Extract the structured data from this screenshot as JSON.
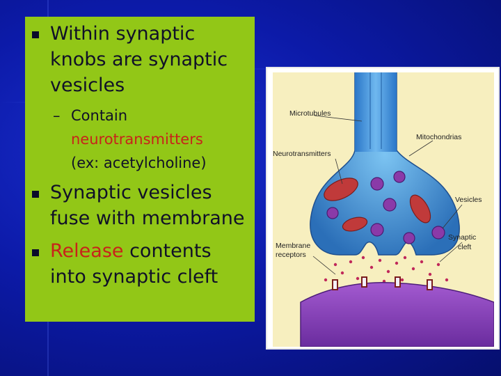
{
  "slide": {
    "bullets": [
      {
        "lines": [
          "Within synaptic",
          "knobs are synaptic",
          "vesicles"
        ]
      },
      {
        "lines": [
          "Synaptic vesicles",
          "fuse with membrane"
        ]
      }
    ],
    "sub_bullet": {
      "dash": "–",
      "lines": [
        "Contain",
        "neurotransmitters",
        "(ex:  acetylcholine)"
      ]
    },
    "bullet3": {
      "highlight": "Release",
      "rest": " contents",
      "line2": "into synaptic cleft"
    }
  },
  "figure": {
    "labels": {
      "microtubules": "Microtubules",
      "mitochondrias": "Mitochondrias",
      "neurotransmitters": "Neurotransmitters",
      "vesicles": "Vesicles",
      "synaptic_cleft_1": "Synaptic",
      "synaptic_cleft_2": "cleft",
      "membrane_receptors_1": "Membrane",
      "membrane_receptors_2": "receptors"
    }
  },
  "colors": {
    "background": "#0c1aa8",
    "panel": "#92c717",
    "highlight": "#c8231a"
  }
}
